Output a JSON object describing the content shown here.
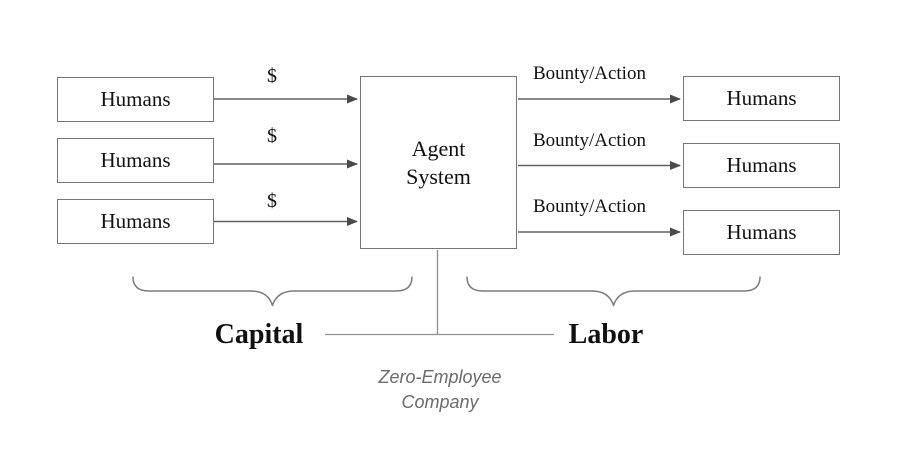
{
  "colors": {
    "line": "#616161",
    "arrowhead": "#4a4a4a",
    "box_border": "#757575",
    "brace": "#7c7c7c",
    "connector": "#8f8f8f",
    "text": "#111111",
    "caption_text": "#6b6b6b"
  },
  "left_group": {
    "boxes": [
      "Humans",
      "Humans",
      "Humans"
    ],
    "arrow_labels": [
      "$",
      "$",
      "$"
    ],
    "brace_label": "Capital"
  },
  "agent": {
    "label_lines": [
      "Agent",
      "System"
    ]
  },
  "right_group": {
    "boxes": [
      "Humans",
      "Humans",
      "Humans"
    ],
    "arrow_labels": [
      "Bounty/Action",
      "Bounty/Action",
      "Bounty/Action"
    ],
    "brace_label": "Labor"
  },
  "caption": {
    "lines": [
      "Zero-Employee",
      "Company"
    ]
  }
}
